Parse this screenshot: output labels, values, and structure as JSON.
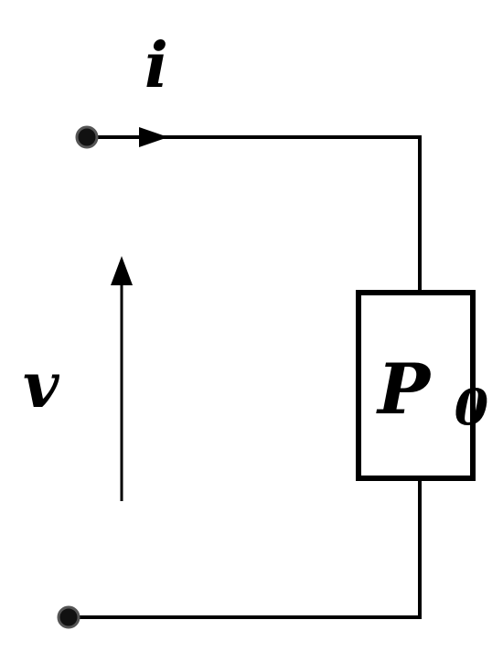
{
  "diagram": {
    "current_label": "i",
    "voltage_label": "v",
    "element_label": {
      "main": "P",
      "subscript": "0"
    }
  },
  "colors": {
    "line": "#000000",
    "terminal_fill": "#111111",
    "terminal_ring": "#555555",
    "background": "#ffffff"
  }
}
